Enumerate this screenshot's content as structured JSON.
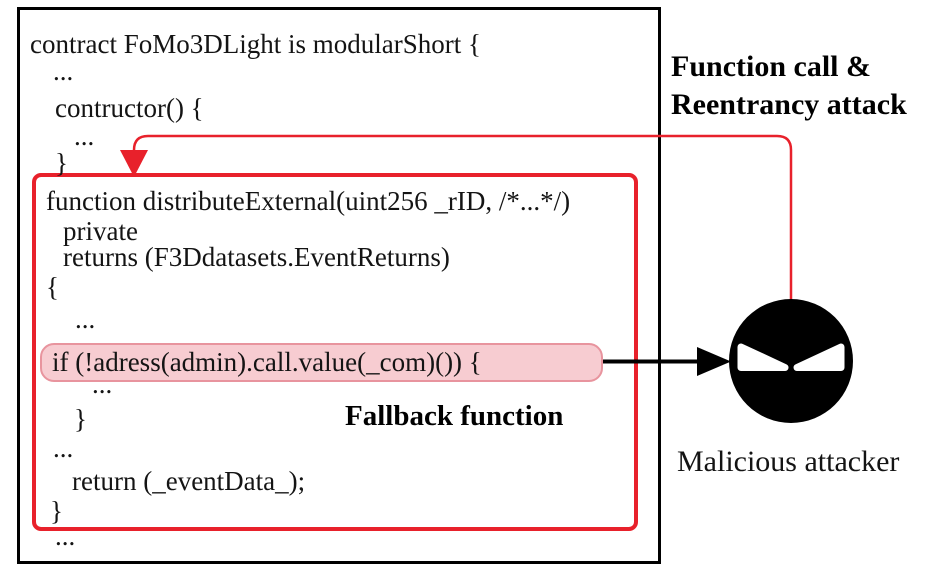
{
  "colors": {
    "red": "#e8212b",
    "highlight_fill": "#f7ccd1",
    "highlight_border": "#e8949e",
    "black": "#000000",
    "white": "#ffffff"
  },
  "code": {
    "lines": [
      "contract FoMo3DLight is modularShort {",
      "...",
      "contructor() {",
      "...",
      "}",
      "function distributeExternal(uint256 _rID, /*...*/)",
      "private",
      "returns (F3Ddatasets.EventReturns)",
      "{",
      "...",
      "if (!adress(admin).call.value(_com)()) {",
      "...",
      "}",
      "...",
      "return (_eventData_);",
      "}",
      "..."
    ]
  },
  "labels": {
    "attack_line1": "Function call &",
    "attack_line2": "Reentrancy attack",
    "fallback": "Fallback function",
    "attacker": "Malicious attacker"
  },
  "icons": {
    "attacker": "evil-face-icon"
  }
}
